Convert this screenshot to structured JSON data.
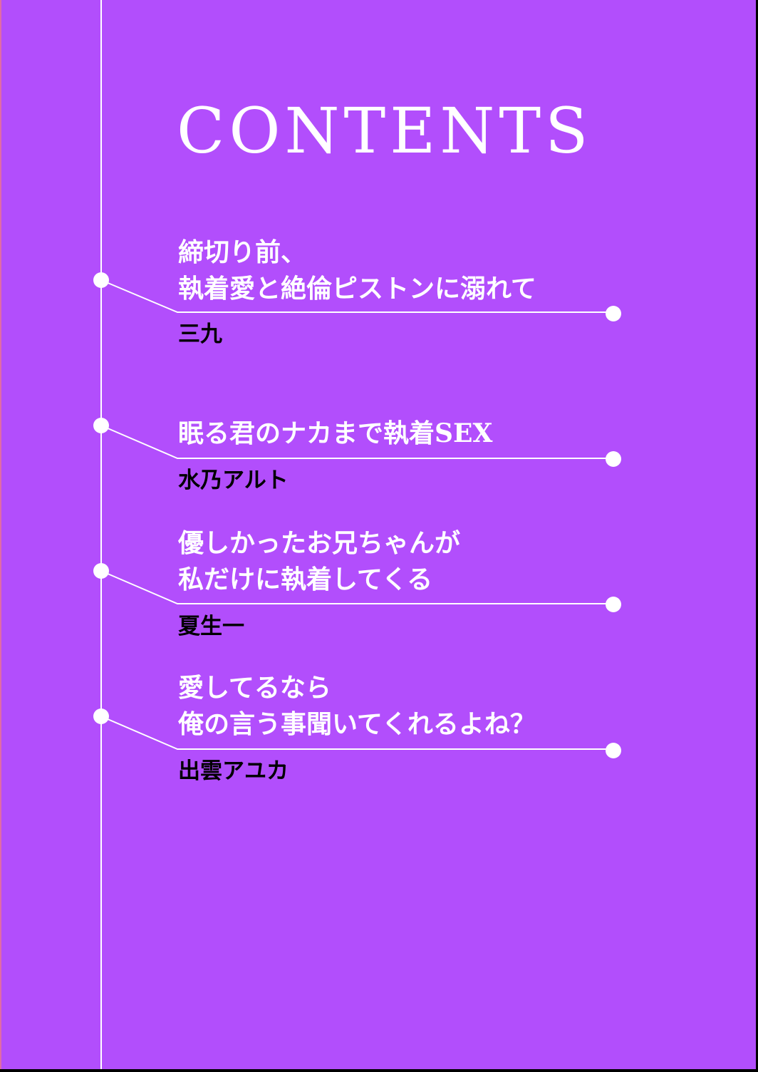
{
  "heading": "CONTENTS",
  "colors": {
    "background": "#b24efc",
    "line": "#ffffff",
    "title": "#ffffff",
    "author": "#000000"
  },
  "entries": [
    {
      "title_lines": [
        "締切り前、",
        "執着愛と絶倫ピストンに溺れて"
      ],
      "author": "三九"
    },
    {
      "title_lines": [
        "眠る君のナカまで執着SEX"
      ],
      "author": "水乃アルト"
    },
    {
      "title_lines": [
        "優しかったお兄ちゃんが",
        "私だけに執着してくる"
      ],
      "author": "夏生一"
    },
    {
      "title_lines": [
        "愛してるなら",
        "俺の言う事聞いてくれるよね？"
      ],
      "author": "出雲アユカ"
    }
  ]
}
